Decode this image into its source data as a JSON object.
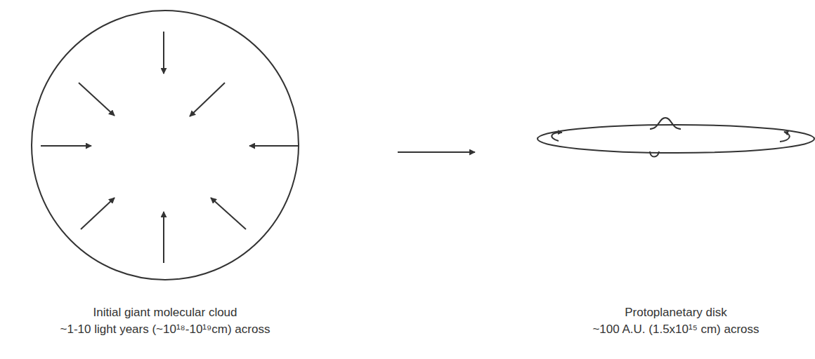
{
  "diagram": {
    "labels": [
      "Initial giant molecular cloud",
      "~1-10 light years (~10¹⁸-10¹⁹cm) across",
      "Protoplanetary disk",
      "~100 A.U. (1.5x10¹⁵ cm) across"
    ]
  }
}
